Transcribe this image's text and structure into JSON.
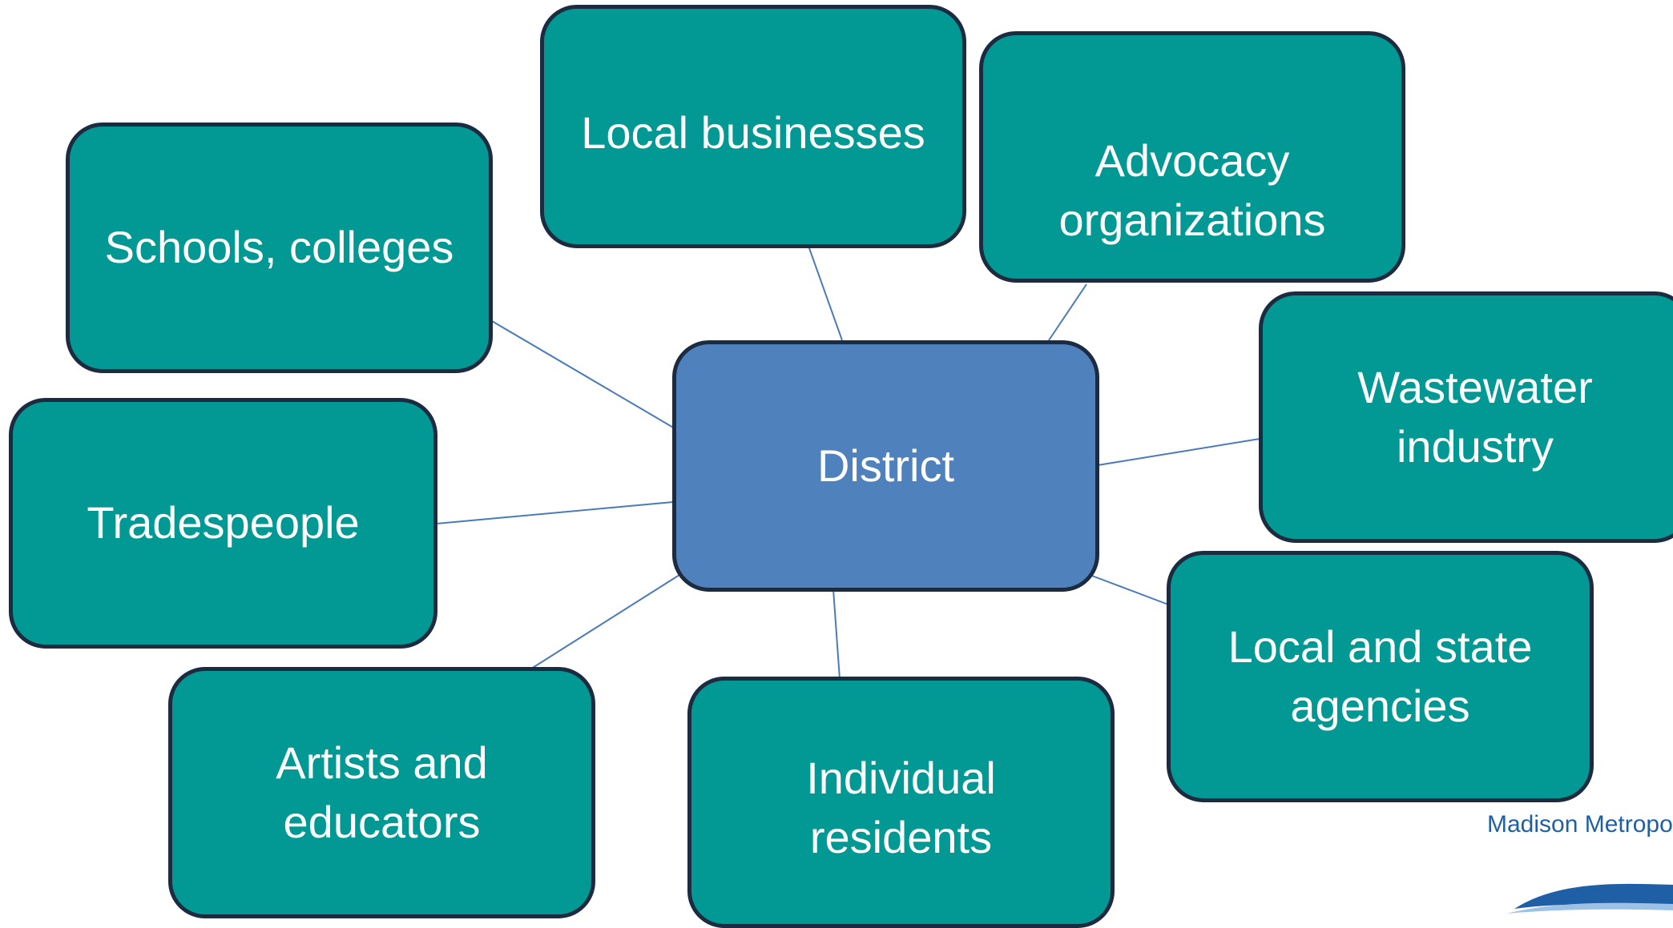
{
  "diagram": {
    "hub": {
      "label": "District"
    },
    "stakeholders": [
      {
        "id": "schools",
        "label": "Schools, colleges"
      },
      {
        "id": "local-businesses",
        "label": "Local businesses"
      },
      {
        "id": "advocacy",
        "label": "Advocacy organizations"
      },
      {
        "id": "wastewater",
        "label": "Wastewater industry"
      },
      {
        "id": "tradespeople",
        "label": "Tradespeople"
      },
      {
        "id": "agencies",
        "label": "Local and state agencies"
      },
      {
        "id": "artists",
        "label": "Artists and educators"
      },
      {
        "id": "residents",
        "label": "Individual residents"
      }
    ]
  },
  "logo": {
    "text": "Madison Metropo",
    "accent_color": "#1f5fa6"
  },
  "colors": {
    "stakeholder_fill": "#029894",
    "hub_fill": "#4f81bd",
    "border": "#1c2b40",
    "connector": "#4a7ab8",
    "text": "#ffffff"
  }
}
